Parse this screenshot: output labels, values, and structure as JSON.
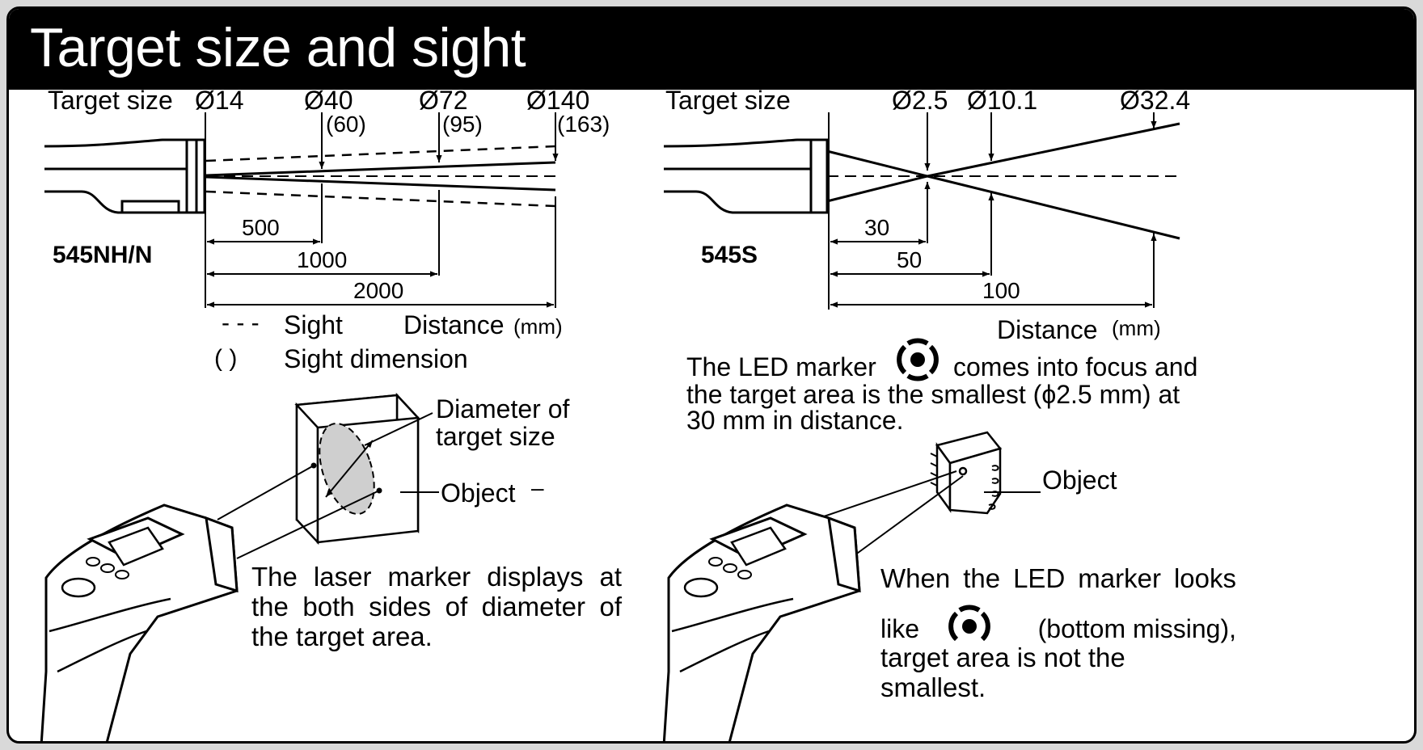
{
  "title": "Target size and sight",
  "left": {
    "heading": "Target size",
    "model": "545NH/N",
    "sizes": [
      "Ø14",
      "Ø40",
      "Ø72",
      "Ø140"
    ],
    "sight_sizes": [
      "(60)",
      "(95)",
      "(163)"
    ],
    "distances": [
      "500",
      "1000",
      "2000"
    ],
    "legend_dash": "- - -",
    "legend_sight": "Sight",
    "distance_label": "Distance",
    "unit": "(mm)",
    "legend_paren": "(       )",
    "legend_sight_dimension": "Sight dimension",
    "callout_diameter_line1": "Diameter of",
    "callout_diameter_line2": "target size",
    "callout_object": "Object",
    "stray_mark": "–",
    "description_line1": "The laser marker displays at",
    "description_line2": "the both sides of diameter of",
    "description_line3": "the target area."
  },
  "right": {
    "heading": "Target size",
    "model": "545S",
    "sizes": [
      "Ø2.5",
      "Ø10.1",
      "Ø32.4"
    ],
    "distances": [
      "30",
      "50",
      "100"
    ],
    "distance_label": "Distance",
    "unit": "(mm)",
    "led_text_before": "The LED marker",
    "led_text_after": "comes into focus and",
    "led_text_line2": "the target area is the smallest (ϕ2.5 mm) at",
    "led_text_line3": "30 mm in distance.",
    "callout_object": "Object",
    "note_line1": "When the LED marker looks",
    "note_like": "like",
    "note_bottom_missing": "(bottom missing),",
    "note_line3": "target area is not the smallest."
  }
}
